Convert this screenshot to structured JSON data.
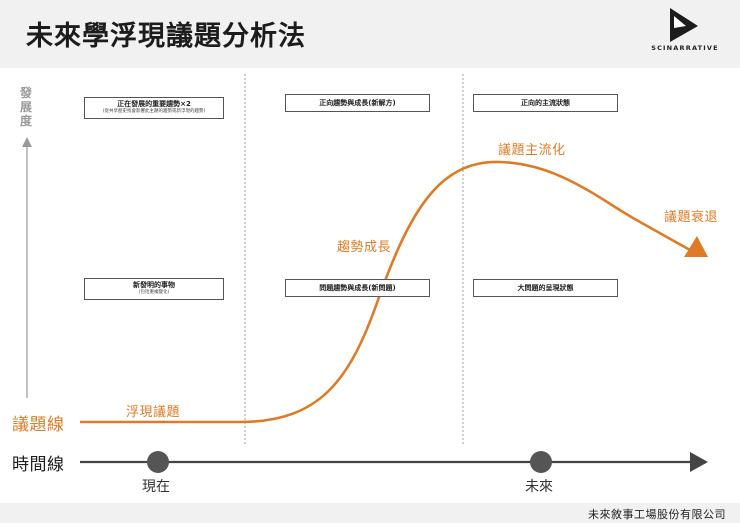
{
  "title": "未來學浮現議題分析法",
  "brand": {
    "logo_text": "SCINARRATIVE",
    "icon": "play-triangle-logo-icon"
  },
  "footer": "未來敘事工場股份有限公司",
  "y_axis_label": "發展度",
  "boxes": {
    "top_left": {
      "main": "正在發展的重要趨勢×2",
      "sub": "(從共享歷史找會影響此主題的趨勢或新浮現的趨勢)"
    },
    "top_middle": {
      "main": "正向趨勢與成長(新解方)"
    },
    "top_right": {
      "main": "正向的主流狀態"
    },
    "bottom_left": {
      "main": "新發明的事物",
      "sub": "(包括重複變化)"
    },
    "bottom_middle": {
      "main": "問題趨勢與成長(新問題)"
    },
    "bottom_right": {
      "main": "大問題的呈現狀態"
    }
  },
  "curve_labels": {
    "emerging": "浮現議題",
    "growth": "趨勢成長",
    "mainstream": "議題主流化",
    "decline": "議題衰退"
  },
  "issue_line_label": "議題線",
  "timeline": {
    "label": "時間線",
    "now": "現在",
    "future": "未來"
  },
  "colors": {
    "accent": "#e07b25",
    "axis": "#444444",
    "y_axis": "#9a9a9a",
    "divider": "#888888"
  }
}
